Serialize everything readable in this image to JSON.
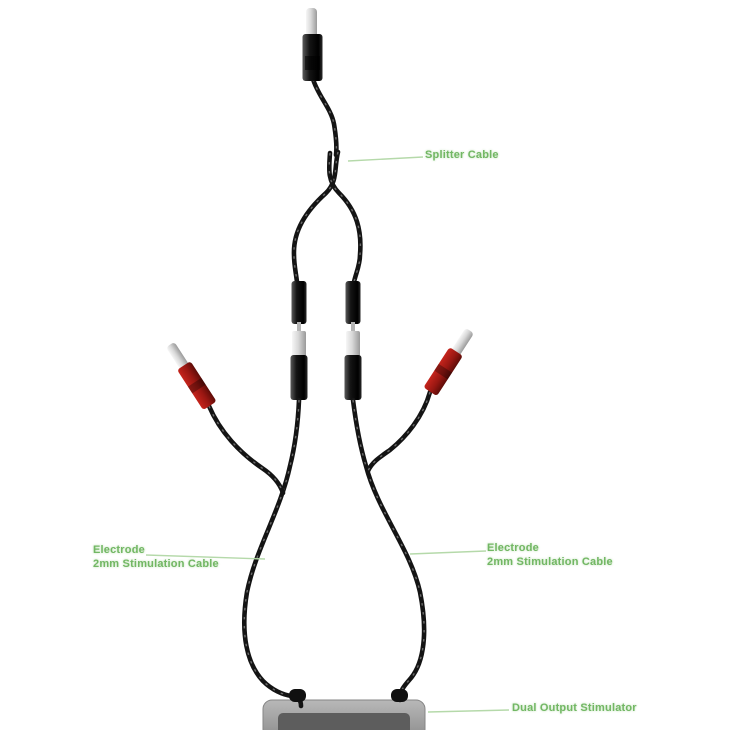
{
  "image": {
    "description": "Annotated product illustration of a splitter cable joining two 2mm stimulation electrode cables to a dual output stimulator base"
  },
  "colors": {
    "background": "#ffffff",
    "label_text": "#67b157",
    "pointer_line": "#b2d8a6",
    "cable_black": "#141414",
    "connector_red": "#991712",
    "pin_silver": "#d8d8d8",
    "base_outer": "#a3a3a3",
    "base_inner": "#5d5d5d"
  },
  "annotations": {
    "splitter": {
      "label": "Splitter Cable"
    },
    "left_cable": {
      "line1": "Electrode",
      "line2": "2mm Stimulation Cable"
    },
    "right_cable": {
      "line1": "Electrode",
      "line2": "2mm Stimulation Cable"
    },
    "stimulator": {
      "label": "Dual Output Stimulator"
    }
  }
}
